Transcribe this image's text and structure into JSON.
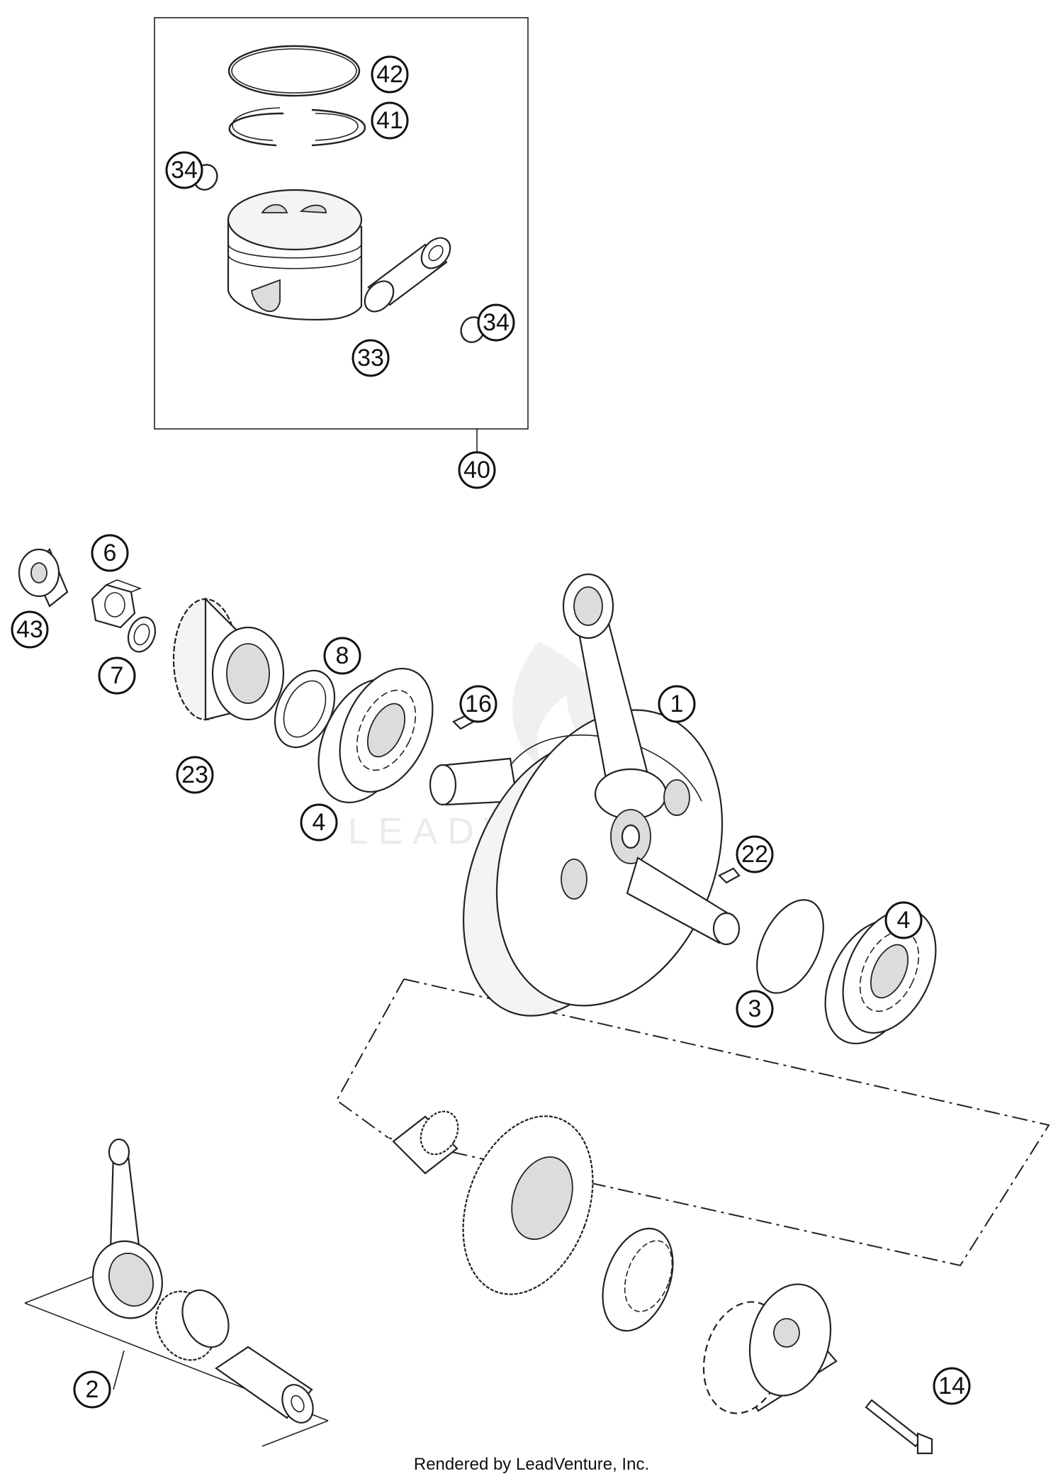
{
  "callouts": {
    "c42": "42",
    "c41": "41",
    "c34a": "34",
    "c34b": "34",
    "c33": "33",
    "c40": "40",
    "c6": "6",
    "c43": "43",
    "c7": "7",
    "c23": "23",
    "c8": "8",
    "c16": "16",
    "c1": "1",
    "c4a": "4",
    "c22": "22",
    "c4b": "4",
    "c3": "3",
    "c2": "2",
    "c14": "14"
  },
  "watermark": "LEADVENTURE",
  "footer": "Rendered by LeadVenture, Inc."
}
